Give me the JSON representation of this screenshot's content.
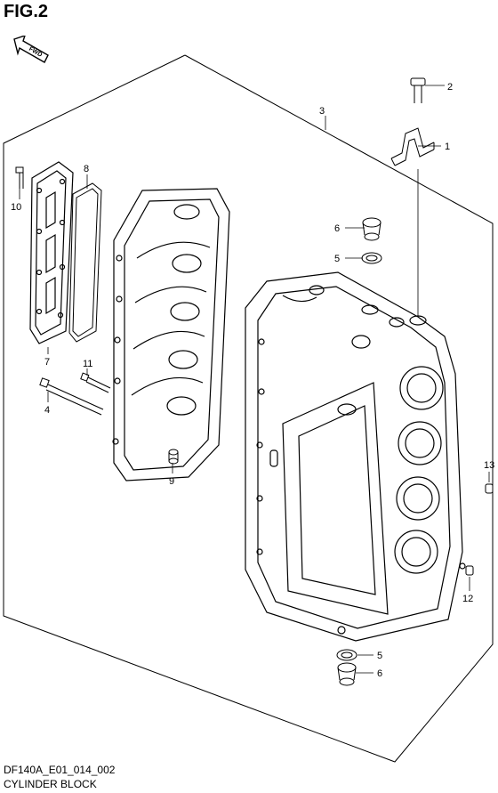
{
  "figure": {
    "title": "FIG.2",
    "direction_label": "FWD"
  },
  "callouts": [
    {
      "id": "c1",
      "label": "1"
    },
    {
      "id": "c2",
      "label": "2"
    },
    {
      "id": "c3",
      "label": "3"
    },
    {
      "id": "c4",
      "label": "4"
    },
    {
      "id": "c5a",
      "label": "5"
    },
    {
      "id": "c5b",
      "label": "5"
    },
    {
      "id": "c6a",
      "label": "6"
    },
    {
      "id": "c6b",
      "label": "6"
    },
    {
      "id": "c7",
      "label": "7"
    },
    {
      "id": "c8",
      "label": "8"
    },
    {
      "id": "c9",
      "label": "9"
    },
    {
      "id": "c10",
      "label": "10"
    },
    {
      "id": "c11",
      "label": "11"
    },
    {
      "id": "c12",
      "label": "12"
    },
    {
      "id": "c13",
      "label": "13"
    }
  ],
  "footer": {
    "code": "DF140A_E01_014_002",
    "name": "CYLINDER BLOCK"
  }
}
